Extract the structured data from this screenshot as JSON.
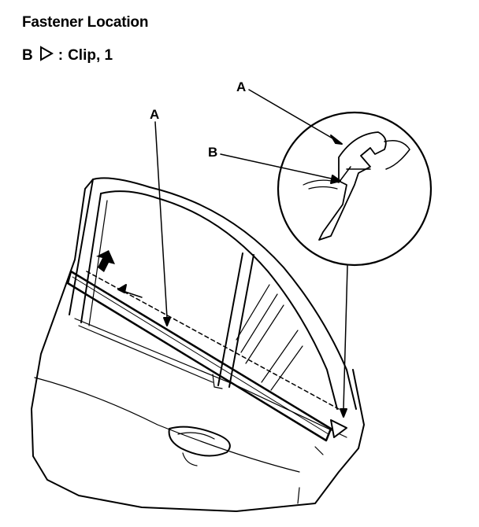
{
  "heading": {
    "title": "Fastener Location"
  },
  "legend": {
    "key": "B",
    "separator": ":",
    "text": "Clip, 1"
  },
  "callouts": {
    "a_main": "A",
    "a_detail": "A",
    "b_detail": "B"
  },
  "icons": {
    "legend_symbol": "triangle-outline-icon",
    "push_direction": "arrow-up-icon"
  }
}
